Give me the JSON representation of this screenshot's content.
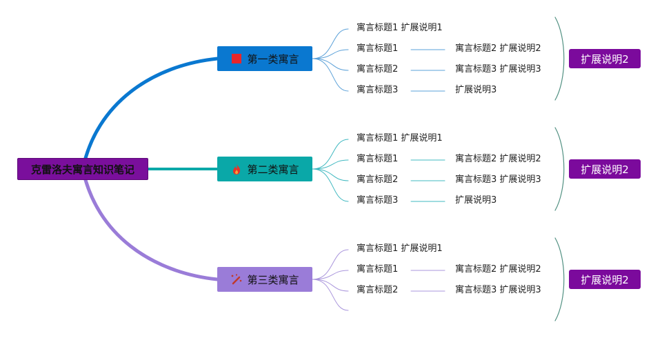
{
  "root": {
    "label": "克雷洛夫寓言知识笔记"
  },
  "colors": {
    "root": "#7a0f9c",
    "summary": "#7b0a9c",
    "bracket": "#4f8f80"
  },
  "categories": [
    {
      "label": "第一类寓言",
      "icon": "red-square-icon",
      "color": "#0a78d0",
      "lineColor": "#5aa0d8",
      "col1": [
        "寓言标题1 扩展说明1",
        "寓言标题1",
        "寓言标题2",
        "寓言标题3"
      ],
      "col2": [
        "寓言标题2 扩展说明2",
        "寓言标题3 扩展说明3",
        "扩展说明3"
      ],
      "summary": "扩展说明2"
    },
    {
      "label": "第二类寓言",
      "icon": "fire-icon",
      "color": "#0aa8a8",
      "lineColor": "#3fb8c0",
      "col1": [
        "寓言标题1 扩展说明1",
        "寓言标题1",
        "寓言标题2",
        "寓言标题3"
      ],
      "col2": [
        "寓言标题2 扩展说明2",
        "寓言标题3 扩展说明3",
        "扩展说明3"
      ],
      "summary": "扩展说明2"
    },
    {
      "label": "第三类寓言",
      "icon": "sparkle-wand-icon",
      "color": "#9a7cd8",
      "lineColor": "#a995dc",
      "col1": [
        "寓言标题1 扩展说明1",
        "寓言标题1",
        "寓言标题2",
        ""
      ],
      "col2": [
        "寓言标题2 扩展说明2",
        "寓言标题3 扩展说明3"
      ],
      "summary": "扩展说明2"
    }
  ]
}
